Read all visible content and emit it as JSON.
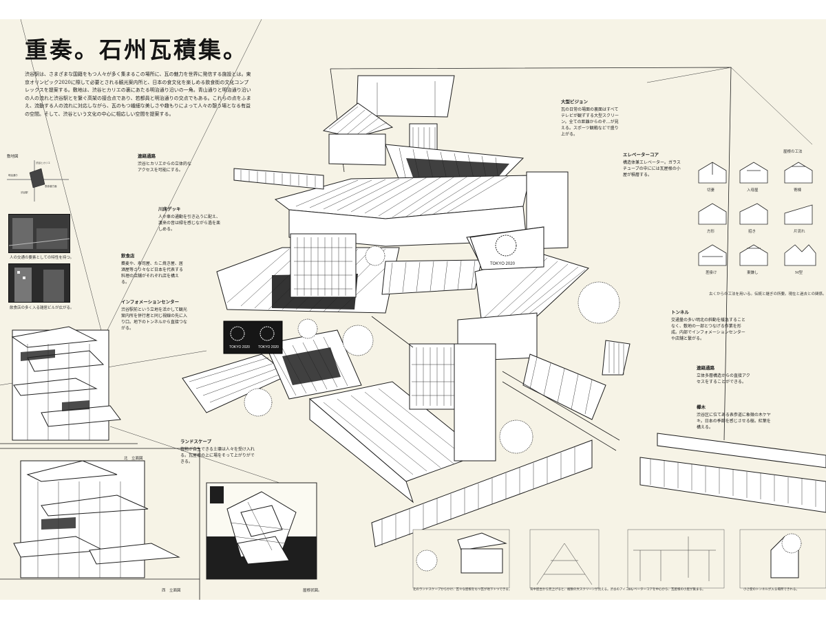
{
  "title": "重奏。石州瓦積集。",
  "intro": "渋谷駅は、さまざまな国籍をもつ人々が多く集まるこの場所に、瓦の魅力を世界に発信する施設とは。東京オリンピック2020に際して必要とされる観光案内所と、日本の食文化を楽しめる飲食街の文化コンプレックスを提案する。敷地は、渋谷ヒカリエの裏にあたる明治通り沿いの一角。青山通りと明治通り沿いの人の流れと渋谷駅とを繋ぐ高架の接合点であり、若都員と明治通りの交点でもある。これらの点をふまえ、流動する人の流れに対応しながら、瓦のもつ繊細な美しさや趣もりによって人々の憩う場となる有益の空間。そして、渋谷という文化の中心に相応しい空間を提案する。",
  "annotations": {
    "daikei_vision": {
      "title": "大型ビジョン",
      "body": "瓦の日常の場面の裏面はすべてテレビが観ずする大型スクリーン。全ての距離からのぞ…が見える。スポーツ観戦などで盛り上がる。"
    },
    "elevator": {
      "title": "エレベーターコア",
      "body": "構造体兼エレベーター。ガラスチューブの中にには瓦屋根の小屋が積層する。"
    },
    "renraku1": {
      "title": "連絡通路",
      "body": "渋谷ヒカリエからの立体的なアクセスを可能にする。"
    },
    "kawa_deck": {
      "title": "川床デッキ",
      "body": "人や車の通動を引き込うに配え、渡来の音は緑を感じながら過を楽しめる。"
    },
    "inshokuten": {
      "title": "飲食店",
      "body": "蕎麦や、寿司屋、たこ焼き屋、居酒屋等さり々など日本を代表する料理の店舗がそれぞれ店を構える。"
    },
    "info_center": {
      "title": "インフォメーションセンター",
      "body": "渋谷駅前という立地を活かして観光案内所を併行者と同じ視線の先に入り口。地下のトンネルから直接つながる。"
    },
    "tunnel": {
      "title": "トンネル",
      "body": "交通量の多い明北の斜動を緩急することなく、敷地の一部とつなげる作業を形成。内部でインフォメーションセンターや店舗と繋がる。"
    },
    "renraku2": {
      "title": "連絡通路",
      "body": "立体多層構造からの直接アクセスをすることができる。"
    },
    "keiyaki": {
      "title": "欅木",
      "body": "渋谷区に位てある表参道に象徴の木ケヤキ。日本の季節を感じさせる樹。紅葉を構える。"
    },
    "landscape": {
      "title": "ランドスケープ",
      "body": "植物が自生できる土壌は人々を受け入れる。瓦屋根の上に場をそって上がりができる。"
    }
  },
  "roof_types": {
    "heading": "屋根の工法",
    "items": [
      "切妻",
      "入母屋",
      "寄棟",
      "方形",
      "招き",
      "片流れ",
      "差掛け",
      "東鎌し",
      "M型"
    ],
    "note": "古くからの工法を用いる。伝統と継ぎの所要。現在と過去との関係。"
  },
  "map_label": "敷地図",
  "map_streets": [
    "渋谷ヒカリエ",
    "明治通り",
    "表参道方面"
  ],
  "map_station": "渋谷駅",
  "photo_captions": [
    "人の交通の要素としての特性を持つ。",
    "飲食店の多く入る雑居ビルが広がる。"
  ],
  "billboards": [
    "TOKYO 2020",
    "TOKYO 2020",
    "TOKYO 2020"
  ],
  "drawing_labels": [
    "北　立面図",
    "西　立面図",
    "屋根状図。"
  ],
  "vignette_captions": [
    "北のランドスケープからかけ、瓦々な屋根をもつ瓦が地下トつできる。",
    "背中屋台から見上げると、複数の大スクリーンが見える。渋谷のアイコン。",
    "エレベーターコアを中心から、瓦屋根の小屋が集まる。",
    "小さ使のトンネルが入る場所できれる。"
  ]
}
